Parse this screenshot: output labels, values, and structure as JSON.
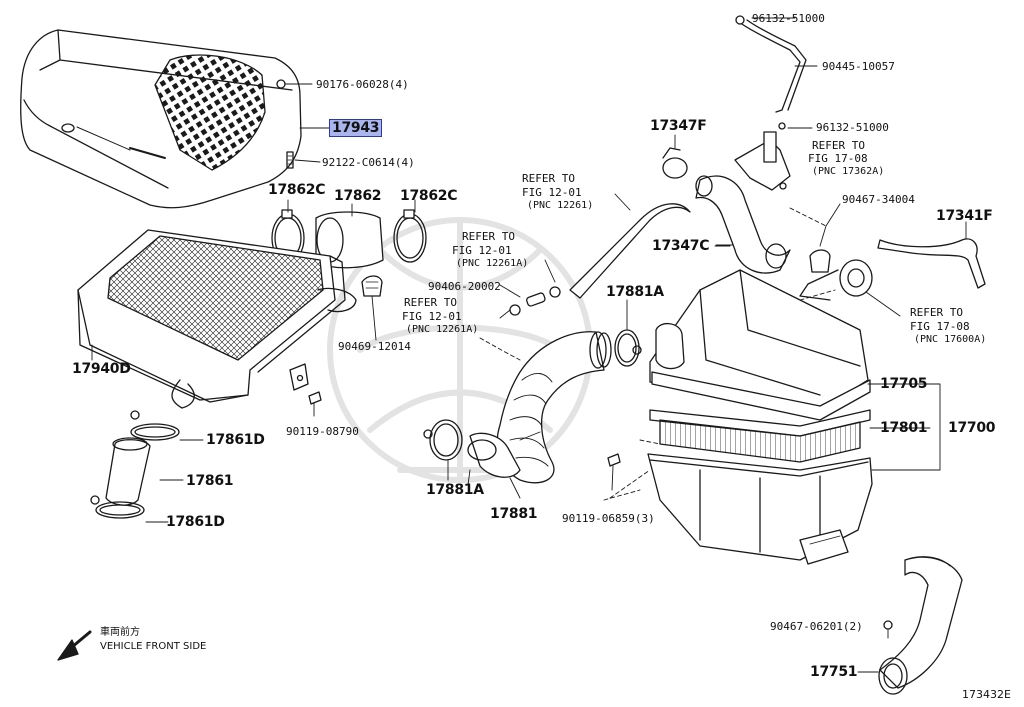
{
  "colors": {
    "line": "#1a1a1a",
    "highlight_fill": "#a9b5ec",
    "highlight_border": "#2b3aa8",
    "watermark": "#e6e6e6"
  },
  "labels": {
    "p96132_51000_top": "96132-51000",
    "p90445_10057": "90445-10057",
    "p90176_06028": "90176-06028(4)",
    "p17943": "17943",
    "p96132_51000_mid": "96132-51000",
    "p17347F": "17347F",
    "ref_17362A_1": "REFER TO",
    "ref_17362A_2": "FIG 17-08",
    "ref_17362A_3": "(PNC 17362A)",
    "p92122": "92122-C0614(4)",
    "ref_12261_1": "REFER TO",
    "ref_12261_2": "FIG 12-01",
    "ref_12261_3": "(PNC 12261)",
    "p17862C_left": "17862C",
    "p17862": "17862",
    "p17862C_right": "17862C",
    "p90467_34004": "90467-34004",
    "p17341F": "17341F",
    "ref_12261A_1_1": "REFER TO",
    "ref_12261A_1_2": "FIG 12-01",
    "ref_12261A_1_3": "(PNC 12261A)",
    "p17347C": "17347C",
    "p90406_20002": "90406-20002",
    "p17881A_top": "17881A",
    "ref_12261A_2_1": "REFER TO",
    "ref_12261A_2_2": "FIG 12-01",
    "ref_12261A_2_3": "(PNC 12261A)",
    "ref_17600A_1": "REFER TO",
    "ref_17600A_2": "FIG 17-08",
    "ref_17600A_3": "(PNC 17600A)",
    "p90469_12014": "90469-12014",
    "p17940D": "17940D",
    "p17705": "17705",
    "p90119_08790": "90119-08790",
    "p17801": "17801",
    "p17700": "17700",
    "p17861D_top": "17861D",
    "p17881A_bottom": "17881A",
    "p17861": "17861",
    "p17881": "17881",
    "p90119_06859": "90119-06859(3)",
    "p17861D_bottom": "17861D",
    "p90467_06201": "90467-06201(2)",
    "p17751": "17751",
    "front_jp": "車両前方",
    "front_en": "VEHICLE FRONT SIDE",
    "diagram_id": "173432E"
  }
}
